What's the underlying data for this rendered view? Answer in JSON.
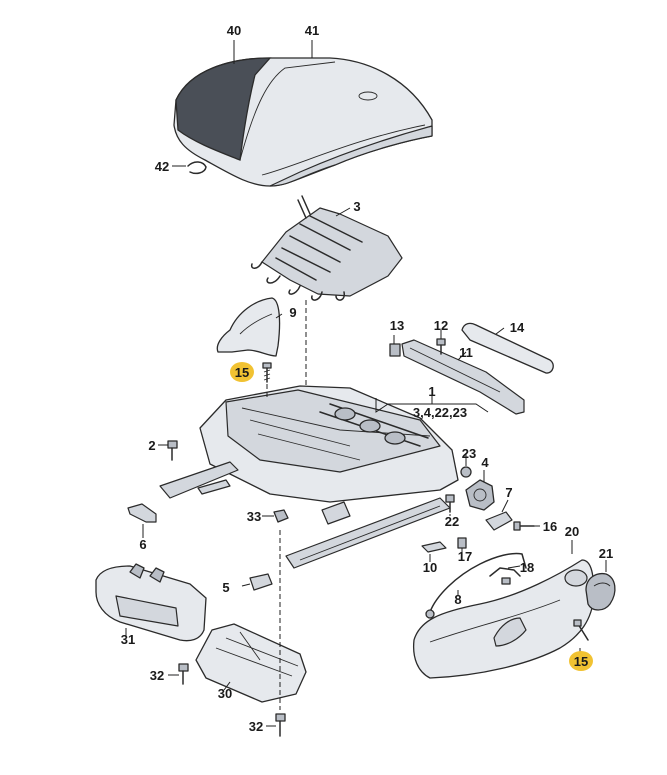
{
  "diagram": {
    "labels": {
      "p40": "40",
      "p41": "41",
      "p42": "42",
      "p3": "3",
      "p9": "9",
      "p15a": "15",
      "p13": "13",
      "p12": "12",
      "p14": "14",
      "p11": "11",
      "p1": "1",
      "p1_sub": "3,4,22,23",
      "p2": "2",
      "p23": "23",
      "p4": "4",
      "p7": "7",
      "p22": "22",
      "p16": "16",
      "p33": "33",
      "p6": "6",
      "p20": "20",
      "p21": "21",
      "p10": "10",
      "p17": "17",
      "p18": "18",
      "p5": "5",
      "p8": "8",
      "p31": "31",
      "p15b": "15",
      "p32a": "32",
      "p30": "30",
      "p32b": "32"
    },
    "highlight_color": "#f1c232"
  }
}
